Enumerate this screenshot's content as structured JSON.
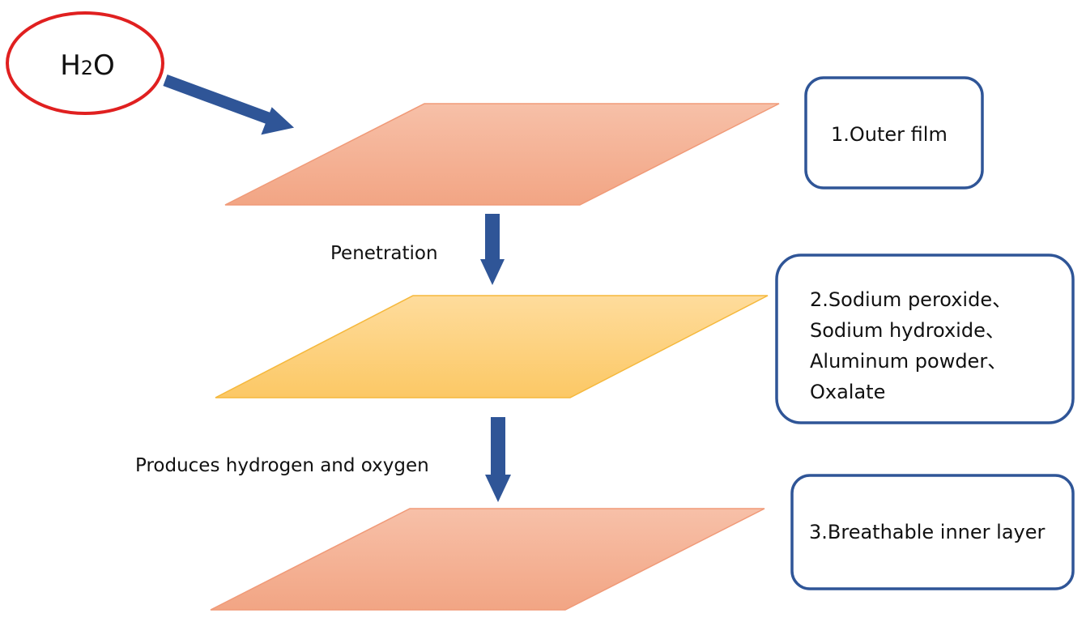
{
  "molecule": {
    "prefix": "H",
    "subscript": "2",
    "suffix": "O",
    "outline_color": "#e02020"
  },
  "steps": {
    "first": "Penetration",
    "second": "Produces hydrogen and  oxygen"
  },
  "layers": [
    {
      "label": "1.Outer film",
      "fill_color": "#f4ae92"
    },
    {
      "label_lines": [
        "2.Sodium peroxide、",
        "Sodium hydroxide、",
        "Aluminum powder、",
        "Oxalate"
      ],
      "fill_color": "#fdd080"
    },
    {
      "label": "3.Breathable inner layer",
      "fill_color": "#f4ae92"
    }
  ],
  "colors": {
    "arrow": "#2f5597",
    "box_border": "#2f5597"
  }
}
